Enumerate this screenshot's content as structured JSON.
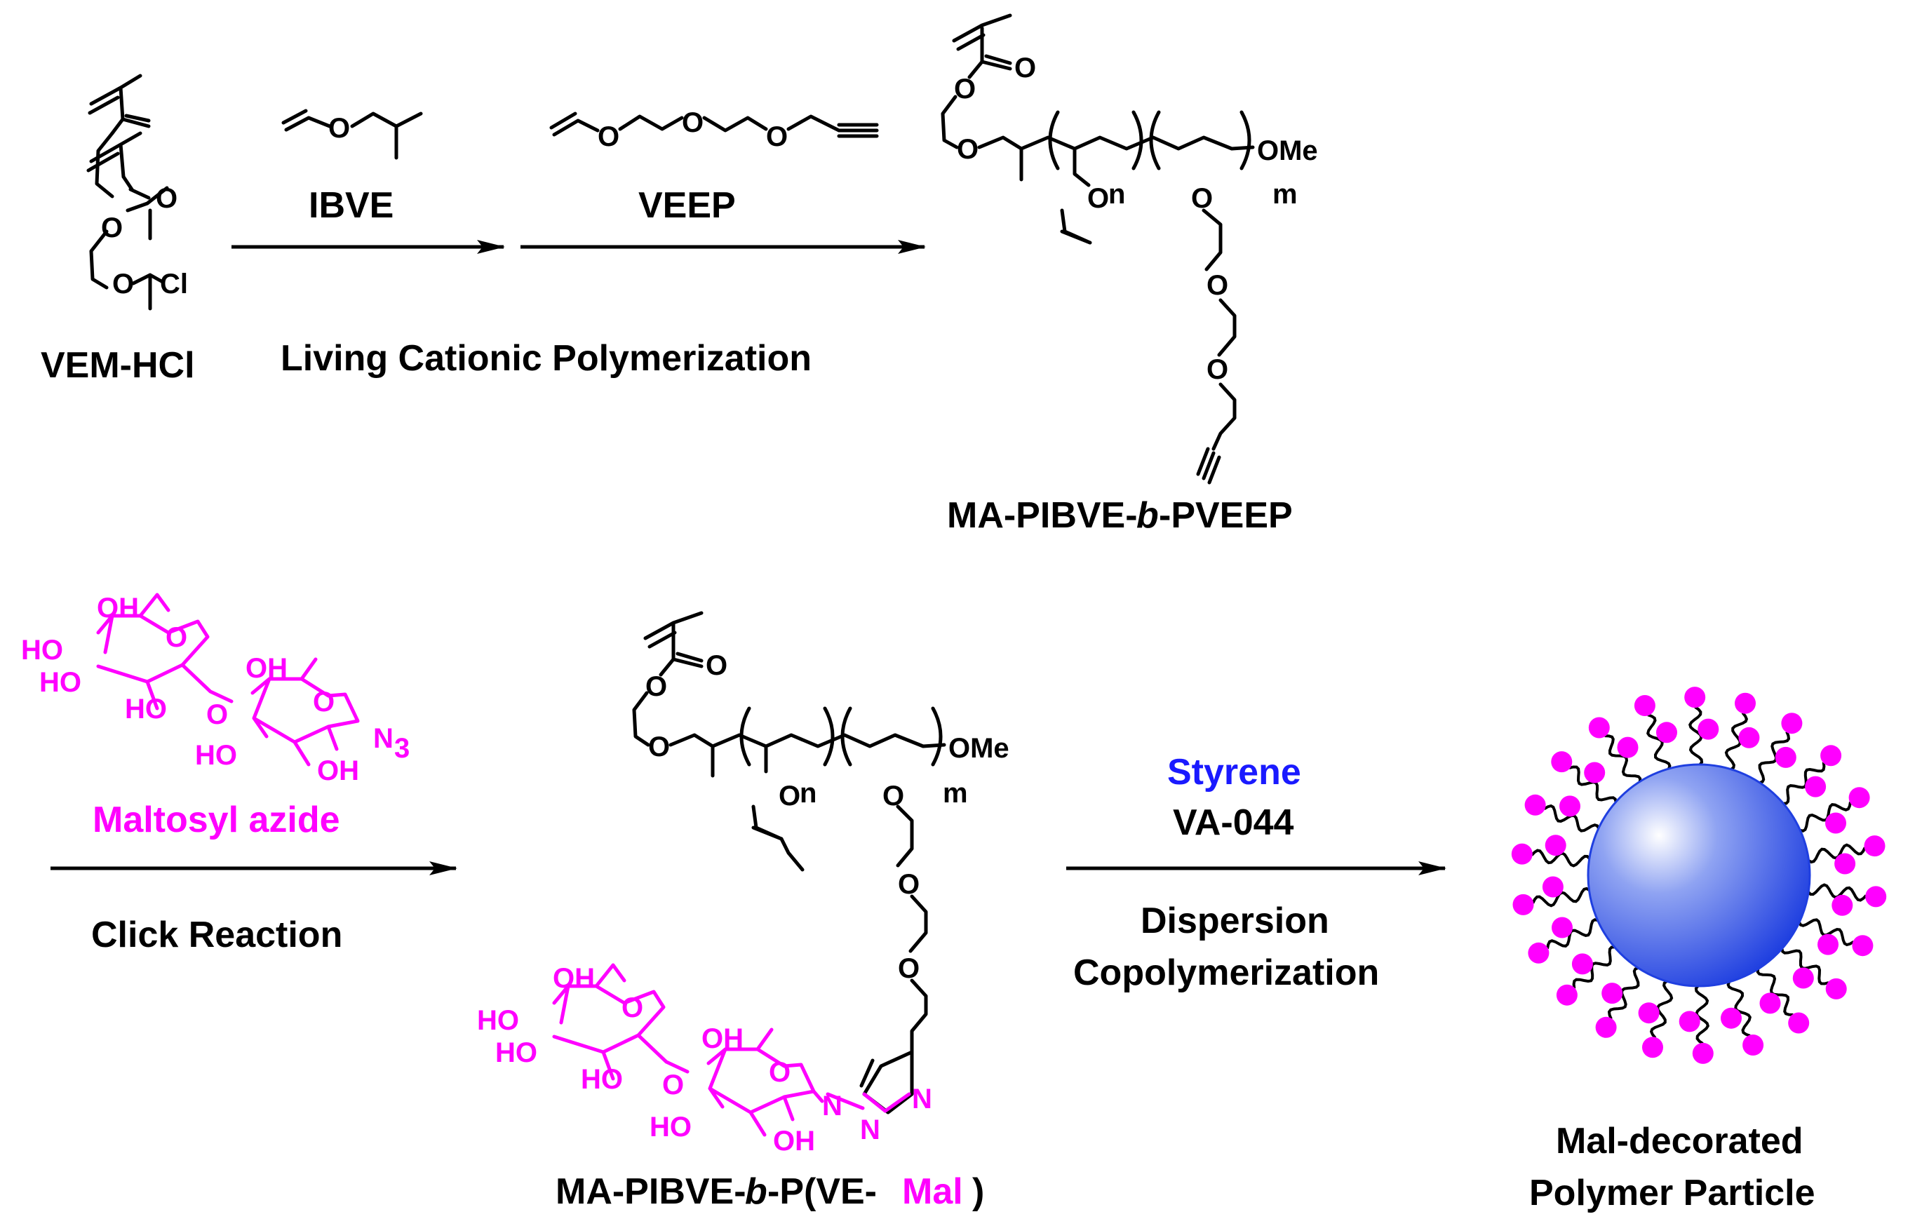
{
  "colors": {
    "black": "#000000",
    "sugar_magenta": "#ff00ff",
    "styrene_blue": "#1a1aff",
    "particle_blue": "#1f3fe0"
  },
  "labels": {
    "vem_hcl": "VEM-HCl",
    "ibve": "IBVE",
    "veep": "VEEP",
    "living_cationic": "Living Cationic Polymerization",
    "product1": {
      "a": "MA-PIBVE-",
      "b": "b",
      "c": "-PVEEP"
    },
    "maltosyl_azide": "Maltosyl azide",
    "click": "Click Reaction",
    "product2": {
      "a": "MA-PIBVE-",
      "b": "b",
      "c": "-P(VE-",
      "d": "Mal",
      "e": ")"
    },
    "styrene": "Styrene",
    "va044": "VA-044",
    "dispersion": "Dispersion",
    "copolymerization": "Copolymerization",
    "particle_line1": "Mal-decorated",
    "particle_line2": "Polymer Particle"
  },
  "atoms": {
    "O": "O",
    "Cl": "Cl",
    "OMe": "OMe",
    "n": "n",
    "m": "m",
    "OH": "OH",
    "HO": "HO",
    "N3": "N",
    "N3_sub": "3",
    "N": "N"
  }
}
